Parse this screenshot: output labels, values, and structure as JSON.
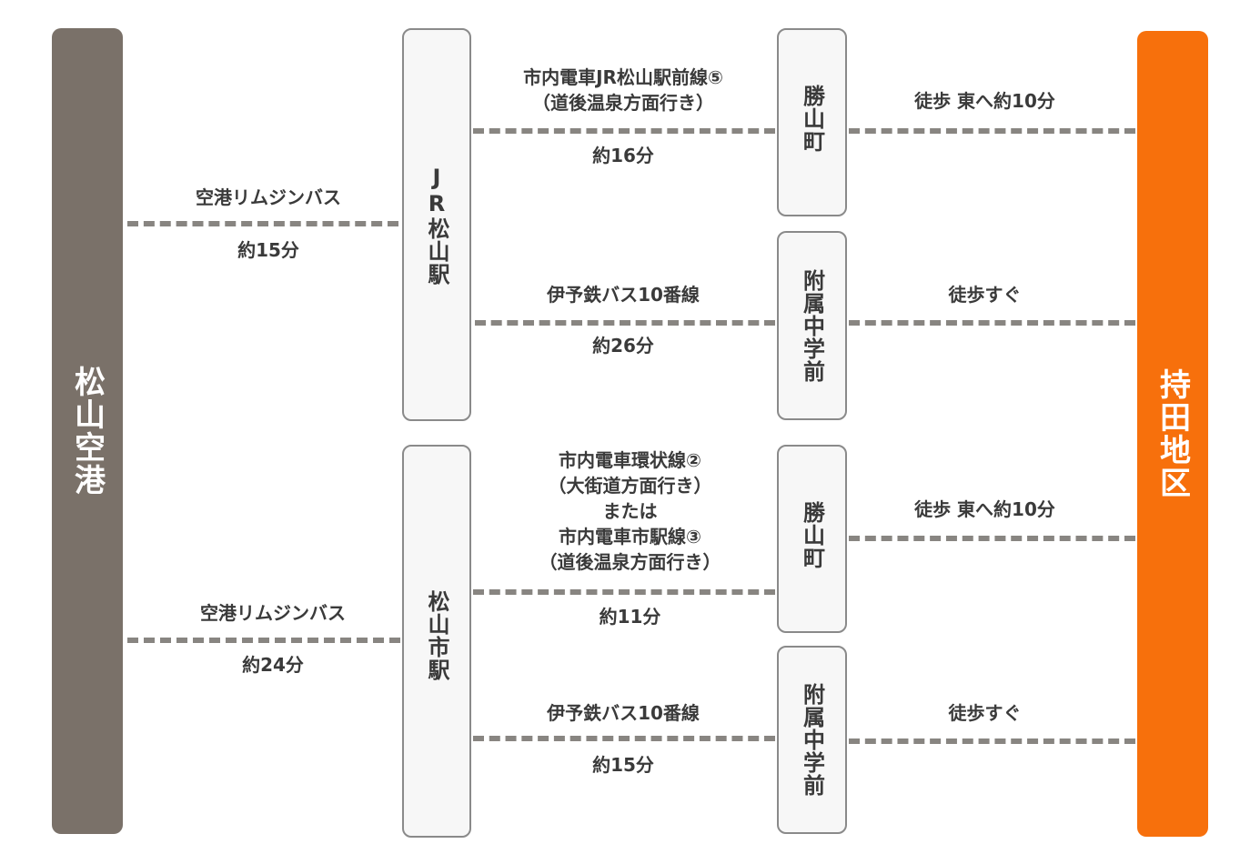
{
  "colors": {
    "origin": "#7a7169",
    "destination": "#f7700c",
    "station_fill": "#f7f7f7",
    "line": "#888581"
  },
  "origin": "松山空港",
  "destination": "持田地区",
  "stations": {
    "jr_matsuyama": "JR松山駅",
    "matsuyama_shi": "松山市駅",
    "katsuyamachi_1": "勝山町",
    "fuzoku_1": "附属中学前",
    "katsuyamachi_2": "勝山町",
    "fuzoku_2": "附属中学前"
  },
  "routes": {
    "r1": {
      "line": "空港リムジンバス",
      "time": "約15分"
    },
    "r2": {
      "line": "空港リムジンバス",
      "time": "約24分"
    },
    "r3": {
      "line1": "市内電車JR松山駅前線⑤",
      "line2": "（道後温泉方面行き）",
      "time": "約16分"
    },
    "r4": {
      "line": "伊予鉄バス10番線",
      "time": "約26分"
    },
    "r5": {
      "line1": "市内電車環状線②",
      "line2": "（大街道方面行き）",
      "line3": "または",
      "line4": "市内電車市駅線③",
      "line5": "（道後温泉方面行き）",
      "time": "約11分"
    },
    "r6": {
      "line": "伊予鉄バス10番線",
      "time": "約15分"
    },
    "w1": {
      "line": "徒歩 東へ約10分"
    },
    "w2": {
      "line": "徒歩すぐ"
    },
    "w3": {
      "line": "徒歩 東へ約10分"
    },
    "w4": {
      "line": "徒歩すぐ"
    }
  }
}
